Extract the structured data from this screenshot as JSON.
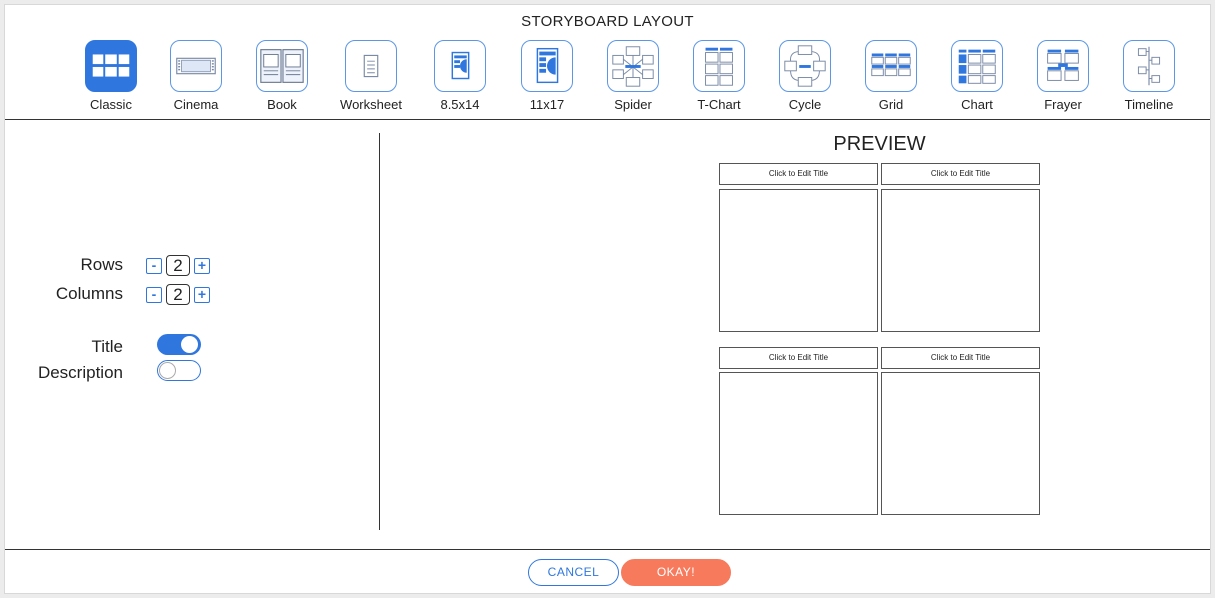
{
  "dialog": {
    "title": "STORYBOARD LAYOUT"
  },
  "layouts": [
    {
      "label": "Classic",
      "icon": "classic-grid-icon",
      "active": true
    },
    {
      "label": "Cinema",
      "icon": "cinema-film-icon",
      "active": false
    },
    {
      "label": "Book",
      "icon": "book-pages-icon",
      "active": false
    },
    {
      "label": "Worksheet",
      "icon": "worksheet-icon",
      "active": false
    },
    {
      "label": "8.5x14",
      "icon": "page-8x14-icon",
      "active": false
    },
    {
      "label": "11x17",
      "icon": "page-11x17-icon",
      "active": false
    },
    {
      "label": "Spider",
      "icon": "spider-map-icon",
      "active": false
    },
    {
      "label": "T-Chart",
      "icon": "t-chart-icon",
      "active": false
    },
    {
      "label": "Cycle",
      "icon": "cycle-icon",
      "active": false
    },
    {
      "label": "Grid",
      "icon": "grid-icon",
      "active": false
    },
    {
      "label": "Chart",
      "icon": "chart-icon",
      "active": false
    },
    {
      "label": "Frayer",
      "icon": "frayer-icon",
      "active": false
    },
    {
      "label": "Timeline",
      "icon": "timeline-icon",
      "active": false
    }
  ],
  "settings": {
    "rows_label": "Rows",
    "rows_value": "2",
    "columns_label": "Columns",
    "columns_value": "2",
    "title_label": "Title",
    "title_on": true,
    "description_label": "Description",
    "description_on": false,
    "minus": "-",
    "plus": "+"
  },
  "preview": {
    "heading": "PREVIEW",
    "cells": [
      {
        "title": "Click to Edit Title"
      },
      {
        "title": "Click to Edit Title"
      },
      {
        "title": "Click to Edit Title"
      },
      {
        "title": "Click to Edit Title"
      }
    ]
  },
  "footer": {
    "cancel_label": "CANCEL",
    "ok_label": "OKAY!"
  },
  "colors": {
    "accent": "#2f77de",
    "ok": "#f77a5c"
  }
}
